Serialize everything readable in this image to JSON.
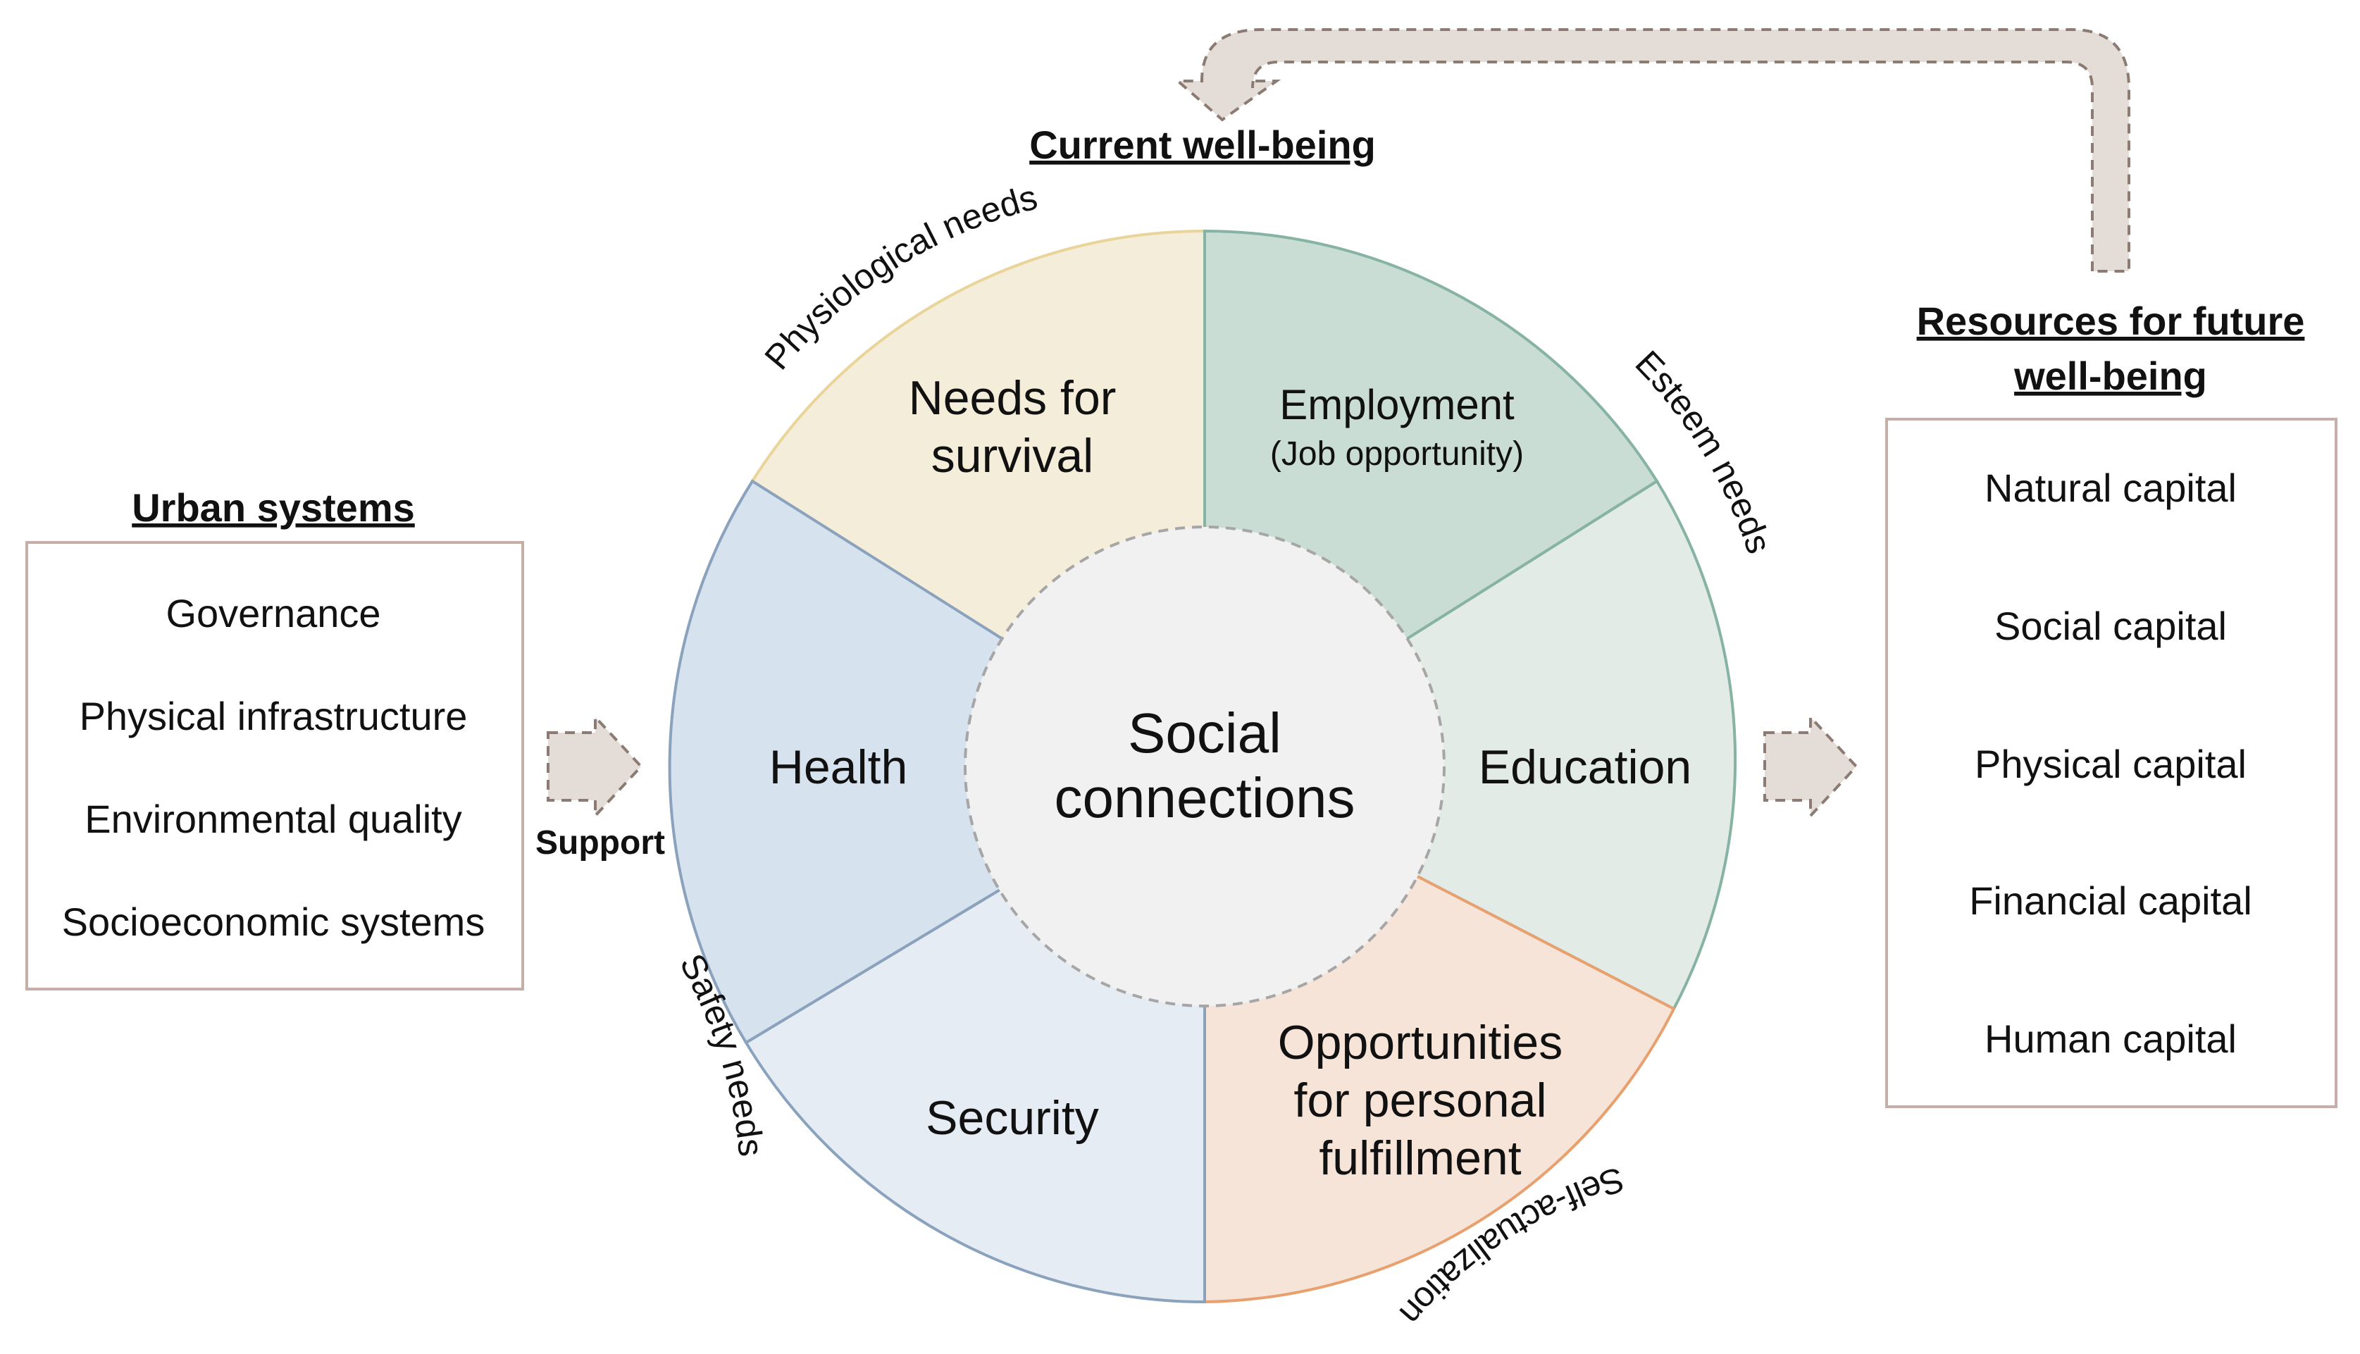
{
  "colors": {
    "survival_fill": "#f3edd9",
    "survival_stroke": "#e9d49a",
    "employment_fill": "#c9ddd5",
    "employment_stroke": "#86b3a3",
    "education_fill": "#e2ebe6",
    "education_stroke": "#86b3a3",
    "fulfillment_fill": "#f6e4d8",
    "fulfillment_stroke": "#e8a06e",
    "security_fill": "#e6ecf4",
    "security_stroke": "#8ba2bd",
    "health_fill": "#d6e2ee",
    "health_stroke": "#8ba2bd",
    "center_fill": "#f1f1f1",
    "center_stroke": "#a6a6a6",
    "box_stroke": "#c7aea8",
    "arrow_fill": "#e4ddd7",
    "arrow_stroke": "#8c7b72"
  },
  "urban_systems": {
    "heading": "Urban systems",
    "items": [
      "Governance",
      "Physical infrastructure",
      "Environmental quality",
      "Socioeconomic systems"
    ]
  },
  "support_label": "Support",
  "current_wellbeing": {
    "heading": "Current well-being"
  },
  "center": {
    "line1": "Social",
    "line2": "connections"
  },
  "segments": {
    "survival": {
      "line1": "Needs for",
      "line2": "survival"
    },
    "employment": {
      "line1": "Employment",
      "line2": "(Job opportunity)"
    },
    "education": {
      "line1": "Education"
    },
    "fulfillment": {
      "line1": "Opportunities",
      "line2": "for personal",
      "line3": "fulfillment"
    },
    "security": {
      "line1": "Security"
    },
    "health": {
      "line1": "Health"
    }
  },
  "ring_labels": {
    "physiological": "Physiological needs",
    "esteem": "Esteem needs",
    "self_actualization": "Self-actualization",
    "safety": "Safety needs"
  },
  "resources": {
    "heading_line1": "Resources for future",
    "heading_line2": "well-being",
    "items": [
      "Natural capital",
      "Social capital",
      "Physical capital",
      "Financial capital",
      "Human capital"
    ]
  }
}
